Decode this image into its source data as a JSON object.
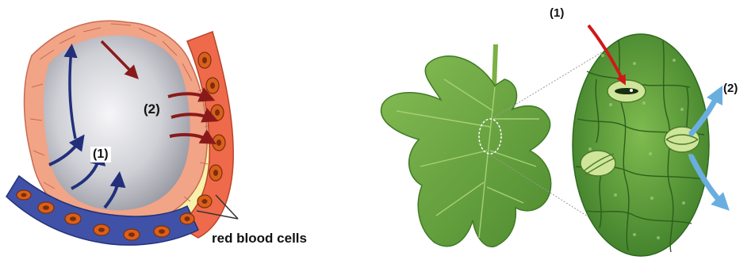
{
  "alveolus": {
    "label_1": "(1)",
    "label_2": "(2)",
    "red_blood_cells_label": "red blood cells"
  },
  "leaf": {
    "label_1": "(1)",
    "label_2": "(2)"
  },
  "colors": {
    "deoxygenated_arrow": "#22307a",
    "oxygenated_arrow": "#8a1a1a",
    "leaf_green": "#5f9f38",
    "guard_cell_arrow": "#d11818",
    "gas_arrow_blue": "#6aaee0",
    "rbc_fill": "#d9601a"
  }
}
